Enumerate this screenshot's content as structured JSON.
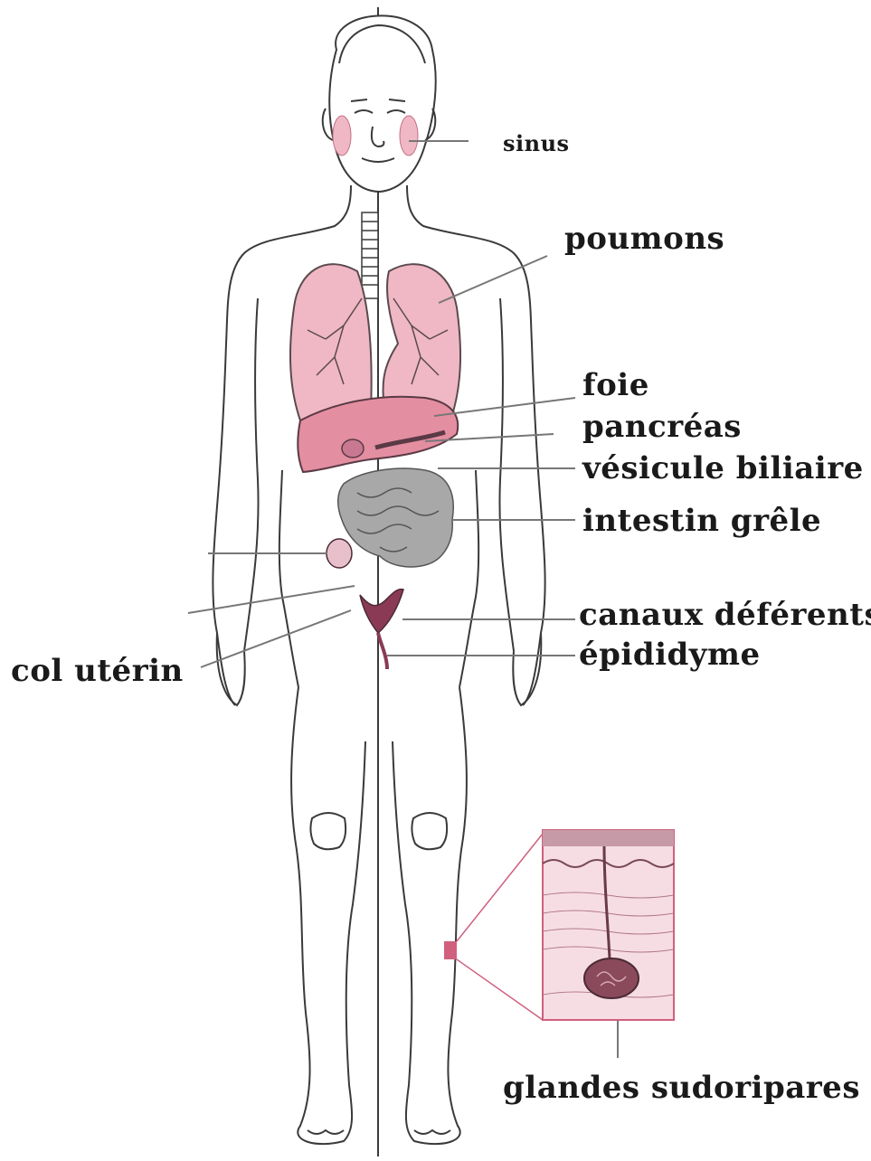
{
  "labels": {
    "sinus": "sinus",
    "poumons": "poumons",
    "foie": "foie",
    "pancreas": "pancréas",
    "vesicule": "vésicule biliaire",
    "intestin": "intestin grêle",
    "canaux": "canaux déférents",
    "epididyme": "épididyme",
    "col": "col utérin",
    "glandes": "glandes sudoripares"
  },
  "colors": {
    "outline": "#3a3a3a",
    "organ_pink": "#f0b8c4",
    "organ_pink_dark": "#e48ea2",
    "intestine_gray": "#a8a8a8",
    "reproductive": "#8a3a55",
    "callout_box": "#d0607e",
    "skin_fill": "#f6dde3"
  }
}
